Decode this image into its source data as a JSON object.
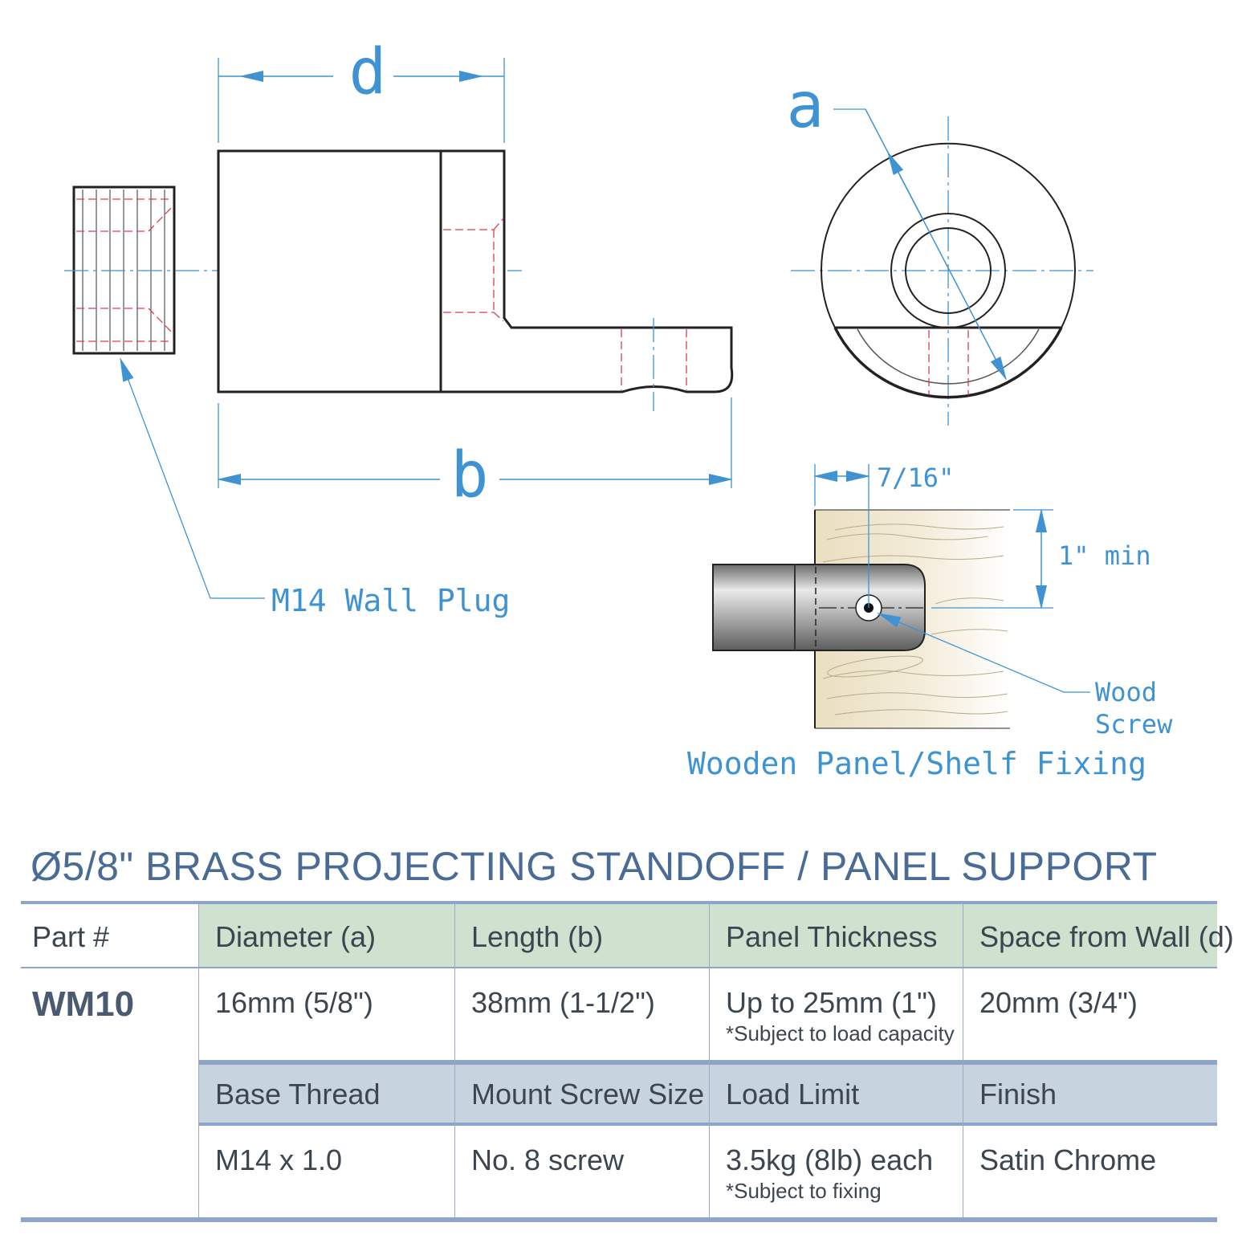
{
  "drawing": {
    "dim_d": "d",
    "dim_a": "a",
    "dim_b": "b",
    "wall_plug_label": "M14 Wall Plug",
    "offset_label": "7/16\"",
    "min_label": "1\" min",
    "screw_label_1": "Wood",
    "screw_label_2": "Screw",
    "fixing_caption": "Wooden Panel/Shelf Fixing"
  },
  "product_title": "Ø5/8\" BRASS PROJECTING STANDOFF / PANEL SUPPORT",
  "spec_table": {
    "part_header": "Part #",
    "part_number": "WM10",
    "row1_headers": [
      "Diameter (a)",
      "Length (b)",
      "Panel Thickness",
      "Space from Wall (d)"
    ],
    "row1_values": [
      "16mm (5/8\")",
      "38mm (1-1/2\")",
      "Up to 25mm (1\")",
      "20mm (3/4\")"
    ],
    "row1_note": "*Subject to load capacity",
    "row2_headers": [
      "Base Thread",
      "Mount Screw Size",
      "Load Limit",
      "Finish"
    ],
    "row2_values": [
      "M14 x 1.0",
      "No. 8 screw",
      "3.5kg (8lb) each",
      "Satin Chrome"
    ],
    "row2_note": "*Subject to fixing"
  },
  "colors": {
    "dimension_blue": "#3f93d2",
    "title_blue": "#4a6b95",
    "header_green": "#cfe1cf",
    "header_blue": "#c8d3e0",
    "rule_blue": "#8ea4c8",
    "hidden_line_red": "#d9404a"
  }
}
